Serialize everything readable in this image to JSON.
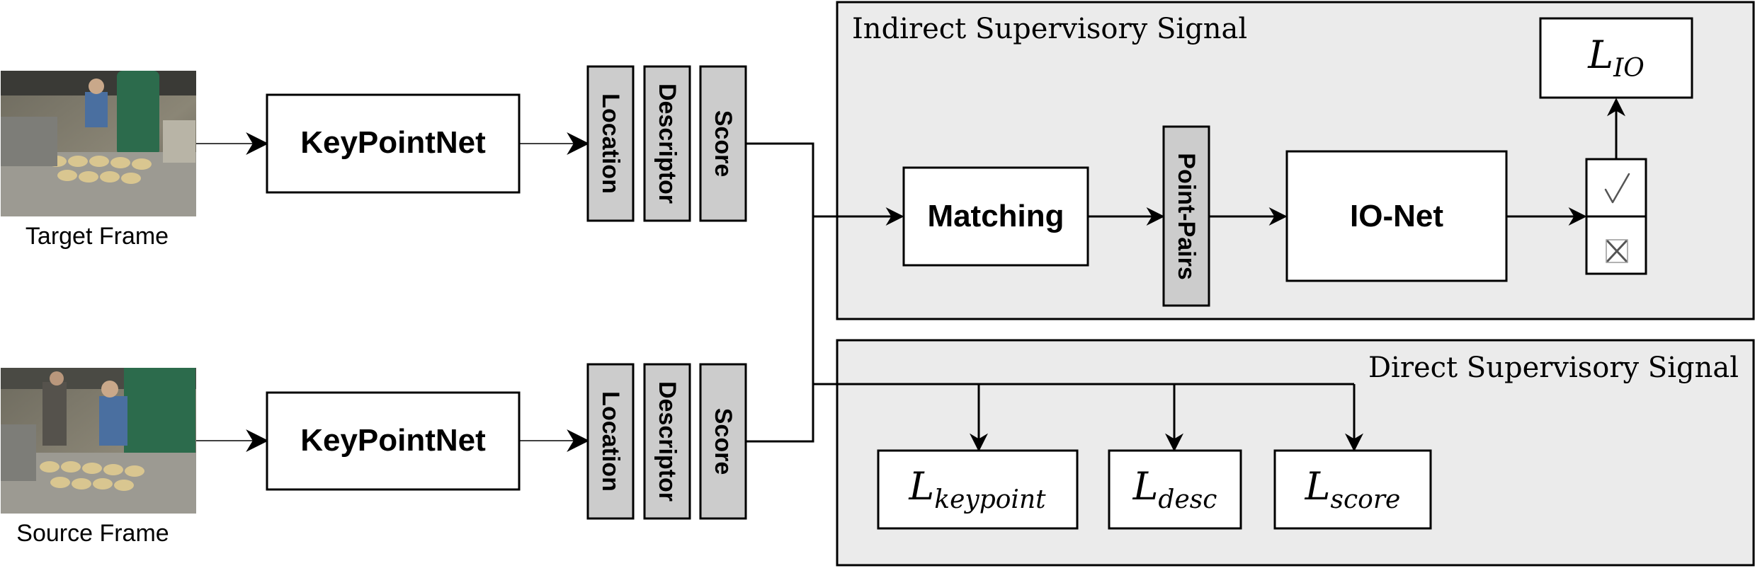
{
  "frames": {
    "target": {
      "label": "Target Frame"
    },
    "source": {
      "label": "Source Frame"
    }
  },
  "networks": {
    "top": "KeyPointNet",
    "bottom": "KeyPointNet"
  },
  "outputs": {
    "location": "Location",
    "descriptor": "Descriptor",
    "score": "Score"
  },
  "indirect_panel": {
    "title": "Indirect Supervisory Signal",
    "matching": "Matching",
    "point_pairs": "Point-Pairs",
    "io_net": "IO-Net",
    "inlier_icon": "check-icon",
    "outlier_icon": "x-icon",
    "loss": {
      "base": "L",
      "sub": "IO"
    }
  },
  "direct_panel": {
    "title": "Direct Supervisory Signal",
    "losses": [
      {
        "base": "L",
        "sub": "keypoint"
      },
      {
        "base": "L",
        "sub": "desc"
      },
      {
        "base": "L",
        "sub": "score"
      }
    ]
  },
  "colors": {
    "panel_fill": "#ebebeb",
    "output_fill": "#cccccc",
    "box_fill": "#ffffff",
    "line": "#000000"
  }
}
